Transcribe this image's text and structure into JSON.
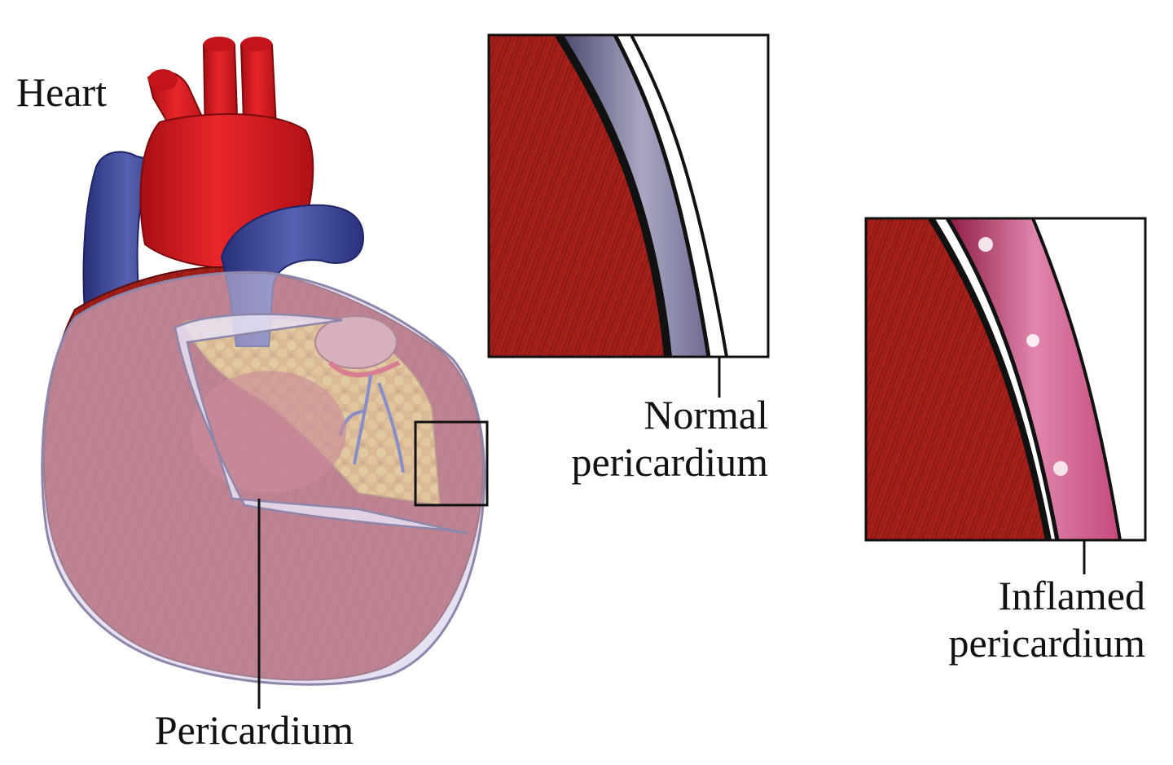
{
  "labels": {
    "heart": "Heart",
    "pericardium": "Pericardium",
    "normal_line1": "Normal",
    "normal_line2": "pericardium",
    "inflamed_line1": "Inflamed",
    "inflamed_line2": "pericardium"
  },
  "colors": {
    "muscle": "#a5201c",
    "artery": "#d6141a",
    "vein": "#35408f",
    "fat": "#e8b02c",
    "pericardium_sac": "#cfc6e6",
    "normal_pericardium": "#6f6c92",
    "inflamed_pericardium": "#c8487a",
    "outline": "#111111"
  },
  "icons": {
    "heart": "heart-illustration",
    "normal_inset": "normal-pericardium-magnified",
    "inflamed_inset": "inflamed-pericardium-magnified"
  }
}
